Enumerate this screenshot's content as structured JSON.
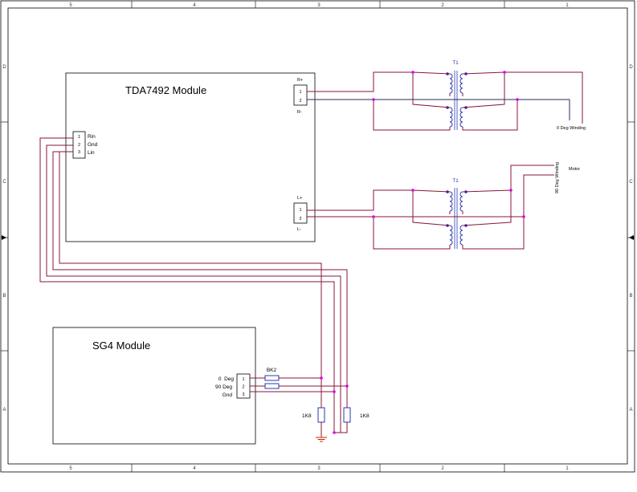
{
  "frame": {
    "columns": [
      "5",
      "4",
      "3",
      "2",
      "1"
    ],
    "rows": [
      "D",
      "C",
      "B",
      "A"
    ]
  },
  "tda_module": {
    "title": "TDA7492 Module",
    "input_pins": [
      "1",
      "2",
      "3"
    ],
    "input_labels": [
      "Rin",
      "Gnd",
      "Lin"
    ],
    "right_out_pins": [
      "1",
      "2"
    ],
    "right_out_top": "R+",
    "right_out_bottom": "R-",
    "left_out_pins": [
      "1",
      "2"
    ],
    "left_out_top": "L+",
    "left_out_bottom": "L-"
  },
  "sg_module": {
    "title": "SG4 Module",
    "pins": [
      "1",
      "2",
      "3"
    ],
    "pin_labels": [
      "0  Deg",
      "90 Deg",
      "Gnd"
    ]
  },
  "components": {
    "transformer_top": "T1",
    "transformer_bottom": "T1",
    "capacitor": "BK2",
    "resistor_left": "1K8",
    "resistor_right": "1K8"
  },
  "labels": {
    "zero_deg_winding": "0 Deg Winding",
    "ninety_deg_winding": "90 Deg Winding",
    "motor": "Motor"
  },
  "colors": {
    "wire": "#8a1538",
    "component": "#2a3ab0",
    "junction": "#e000e0",
    "ground": "#cc2200"
  }
}
